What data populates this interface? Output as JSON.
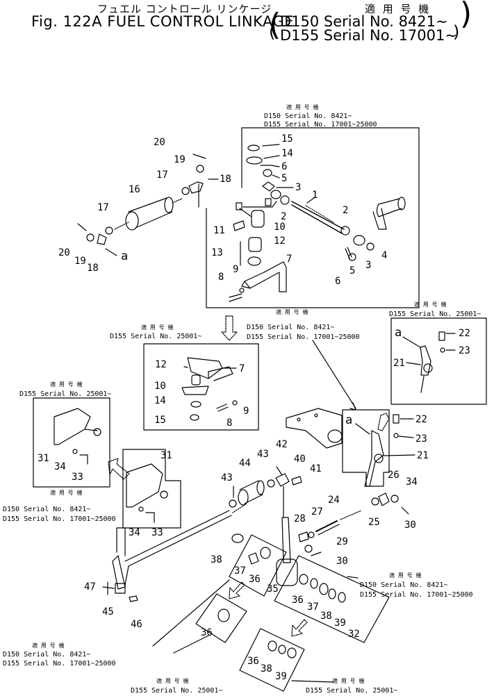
{
  "header": {
    "jp_title": "フュエル コントロール リンケージ",
    "fig_title": "Fig. 122A  FUEL  CONTROL  LINKAGE",
    "applicable_label": "適 用 号 機",
    "serial_1": "D150 Serial No. 8421~",
    "serial_2": "D155 Serial No. 17001~"
  },
  "notes": {
    "applicable": "適 用 号 機",
    "top_line1": "D150   Serial No. 8421~",
    "top_line2": "D155   Serial No. 17001~25000",
    "midl_line1": "D155   Serial No. 25001~",
    "midc_line1": "D150   Serial No. 8421~",
    "midc_line2": "D155   Serial No. 17001~25000",
    "right_line1": "D155   Serial No. 25001~",
    "left_line1": "D155   Serial No. 25001~",
    "left2_line1": "D150   Serial No. 8421~",
    "left2_line2": "D155   Serial No. 17001~25000",
    "br_line1": "D150   Serial No. 8421~",
    "br_line2": "D155   Serial No. 17001~25000",
    "bl_line1": "D150   Serial No. 8421~",
    "bl_line2": "D155   Serial No. 17001~25000",
    "bot_line1": "D155   Serial No. 25001~",
    "bot2_line1": "D155   Serial No. 25001~"
  },
  "ref_a": "a",
  "part_numbers": [
    "1",
    "2",
    "3",
    "4",
    "5",
    "6",
    "7",
    "8",
    "9",
    "10",
    "11",
    "12",
    "13",
    "14",
    "15",
    "16",
    "17",
    "18",
    "19",
    "20",
    "21",
    "22",
    "23",
    "24",
    "25",
    "26",
    "27",
    "28",
    "29",
    "30",
    "31",
    "32",
    "33",
    "34",
    "35",
    "36",
    "37",
    "38",
    "39",
    "40",
    "41",
    "42",
    "43",
    "44",
    "45",
    "46",
    "47"
  ]
}
